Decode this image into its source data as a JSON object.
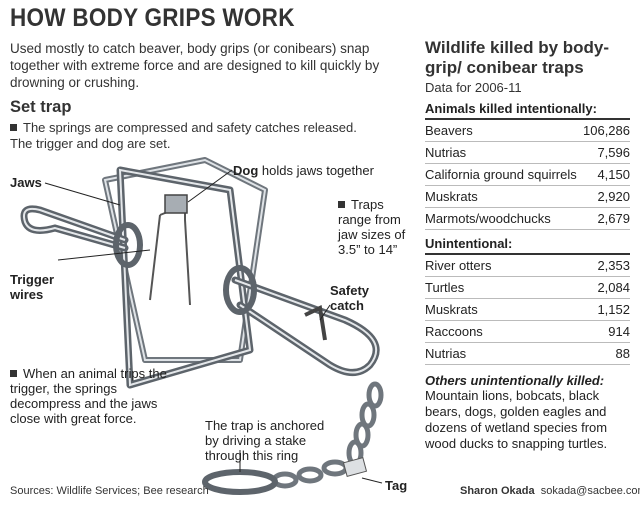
{
  "title": "HOW BODY GRIPS WORK",
  "intro": "Used mostly to catch beaver, body grips (or conibears) snap together with extreme force and are designed to kill quickly by drowning or crushing.",
  "set_trap": {
    "heading": "Set trap",
    "text": "The springs are compressed and safety catches released. The trigger and dog are set."
  },
  "labels": {
    "jaws": "Jaws",
    "dog_bold": "Dog",
    "dog_rest": " holds jaws together",
    "sizes": "Traps range from jaw sizes of 3.5” to 14”",
    "trigger": "Trigger wires",
    "safety": "Safety catch",
    "animal": "When an animal trips the trigger, the springs decompress and the jaws close with great force.",
    "anchor": "The trap is anchored by driving a stake through this ring",
    "tag": "Tag"
  },
  "sidebar": {
    "title": "Wildlife killed by body-grip/ conibear traps",
    "subtitle": "Data for 2006-11",
    "intentional_heading": "Animals killed intentionally:",
    "intentional": [
      {
        "name": "Beavers",
        "value": "106,286"
      },
      {
        "name": "Nutrias",
        "value": "7,596"
      },
      {
        "name": "California ground squirrels",
        "value": "4,150"
      },
      {
        "name": "Muskrats",
        "value": "2,920"
      },
      {
        "name": "Marmots/woodchucks",
        "value": "2,679"
      }
    ],
    "unintentional_heading": "Unintentional:",
    "unintentional": [
      {
        "name": "River otters",
        "value": "2,353"
      },
      {
        "name": "Turtles",
        "value": "2,084"
      },
      {
        "name": "Muskrats",
        "value": "1,152"
      },
      {
        "name": "Raccoons",
        "value": "914"
      },
      {
        "name": "Nutrias",
        "value": "88"
      }
    ],
    "others_heading": "Others unintentionally killed:",
    "others_text": "Mountain lions, bobcats, black bears, dogs, golden eagles and dozens of wetland species from wood ducks to snapping turtles."
  },
  "footer": {
    "sources": "Sources: Wildlife Services; Bee research",
    "author": "Sharon Okada",
    "email": "sokada@sacbee.com"
  }
}
